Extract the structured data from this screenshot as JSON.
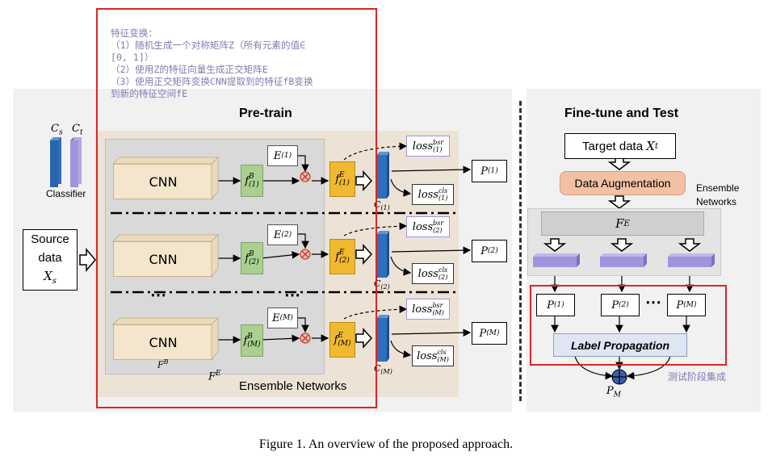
{
  "note": {
    "lines": [
      "特征变换：",
      "（1）随机生成一个对称矩阵Z（所有元素的值∈",
      "[0, 1]）",
      "（2）使用Z的特征向量生成正交矩阵E",
      "（3）使用正交矩阵变换CNN提取到的特征fB变换",
      "到新的特征空间fE"
    ]
  },
  "pretrain": {
    "title": "Pre-train",
    "classifier_label": "Classifier",
    "cs": "C",
    "cs_sub": "s",
    "ct": "C",
    "ct_sub": "t",
    "source": {
      "line1": "Source",
      "line2": "data",
      "line3": "X",
      "line3_sub": "s"
    },
    "rows": [
      {
        "cnn": "CNN",
        "fb": "f",
        "fb_sub": "(1)",
        "fb_sup": "B",
        "e": "E",
        "e_sub": "(1)",
        "fe": "f",
        "fe_sub": "(1)",
        "fe_sup": "E",
        "c": "C",
        "c_sub": "(1)",
        "bsr": "loss",
        "bsr_sub": "(1)",
        "bsr_sup": "bsr",
        "cls": "loss",
        "cls_sub": "(1)",
        "cls_sup": "cls",
        "p": "P",
        "p_sub": "(1)"
      },
      {
        "cnn": "CNN",
        "fb": "f",
        "fb_sub": "(2)",
        "fb_sup": "B",
        "e": "E",
        "e_sub": "(2)",
        "fe": "f",
        "fe_sub": "(2)",
        "fe_sup": "E",
        "c": "C",
        "c_sub": "(2)",
        "bsr": "loss",
        "bsr_sub": "(2)",
        "bsr_sup": "bsr",
        "cls": "loss",
        "cls_sub": "(2)",
        "cls_sup": "cls",
        "p": "P",
        "p_sub": "(2)"
      },
      {
        "cnn": "CNN",
        "fb": "f",
        "fb_sub": "(M)",
        "fb_sup": "B",
        "e": "E",
        "e_sub": "(M)",
        "fe": "f",
        "fe_sub": "(M)",
        "fe_sup": "E",
        "c": "C",
        "c_sub": "(M)",
        "bsr": "loss",
        "bsr_sub": "(M)",
        "bsr_sup": "bsr",
        "cls": "loss",
        "cls_sub": "(M)",
        "cls_sup": "cls",
        "p": "P",
        "p_sub": "(M)"
      }
    ],
    "fb_label": "F",
    "fb_label_sup": "B",
    "fe_label": "F",
    "fe_label_sup": "E",
    "ensemble_label": "Ensemble Networks",
    "dots": "⋯"
  },
  "finetune": {
    "title": "Fine-tune and Test",
    "target": "Target data",
    "target_x": "X",
    "target_sub": "t",
    "augmentation": "Data Augmentation",
    "ensemble_line1": "Ensemble",
    "ensemble_line2": "Networks",
    "fe": "F",
    "fe_sup": "E",
    "p1": "P",
    "p1_sub": "(1)",
    "p2": "P",
    "p2_sub": "(2)",
    "pm": "P",
    "pm_sub": "(M)",
    "dots": "⋯",
    "label_prop": "Label Propagation",
    "output": "P",
    "output_sub": "M",
    "test_note": "测试阶段集成"
  },
  "caption": "Figure 1. An overview of the proposed approach.",
  "colors": {
    "red_box": "#e02424",
    "green": "#a9d08e",
    "orange": "#f0b92f",
    "blue": "#2f6fbd",
    "lavender": "#9f95dc",
    "aug": "#f2c1a4",
    "label_prop": "#dde6f2",
    "oplus": "#3b5fb0"
  }
}
